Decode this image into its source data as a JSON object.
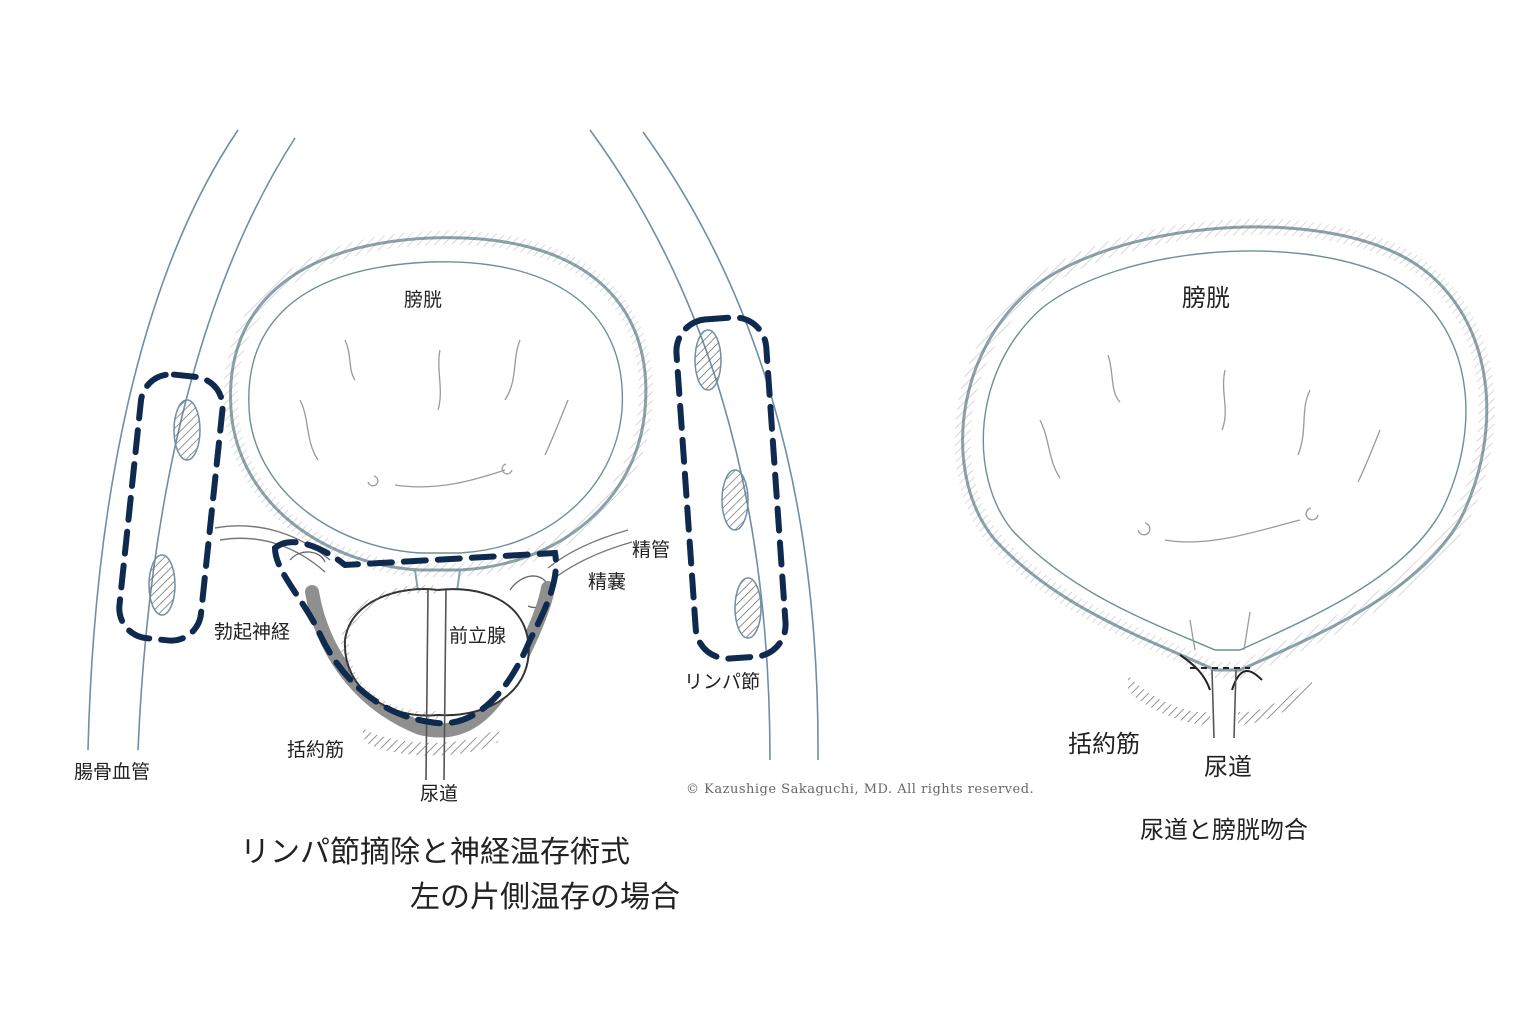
{
  "colors": {
    "outline": "#6f8fa3",
    "bladder_wall": "#8aa3a8",
    "dash": "#0f2a4f",
    "nerve": "#8f8f8f",
    "text": "#222222"
  },
  "left_panel": {
    "labels": {
      "bladder": "膀胱",
      "vas_deferens": "精管",
      "seminal_vesicle": "精嚢",
      "erectile_nerve": "勃起神経",
      "prostate": "前立腺",
      "lymph_node": "リンパ節",
      "sphincter": "括約筋",
      "iliac_vessel": "腸骨血管",
      "urethra": "尿道"
    },
    "caption_line1": "リンパ節摘除と神経温存術式",
    "caption_line2": "左の片側温存の場合"
  },
  "right_panel": {
    "labels": {
      "bladder": "膀胱",
      "sphincter": "括約筋",
      "urethra": "尿道"
    },
    "caption": "尿道と膀胱吻合"
  },
  "copyright": "© Kazushige Sakaguchi, MD. All rights reserved."
}
